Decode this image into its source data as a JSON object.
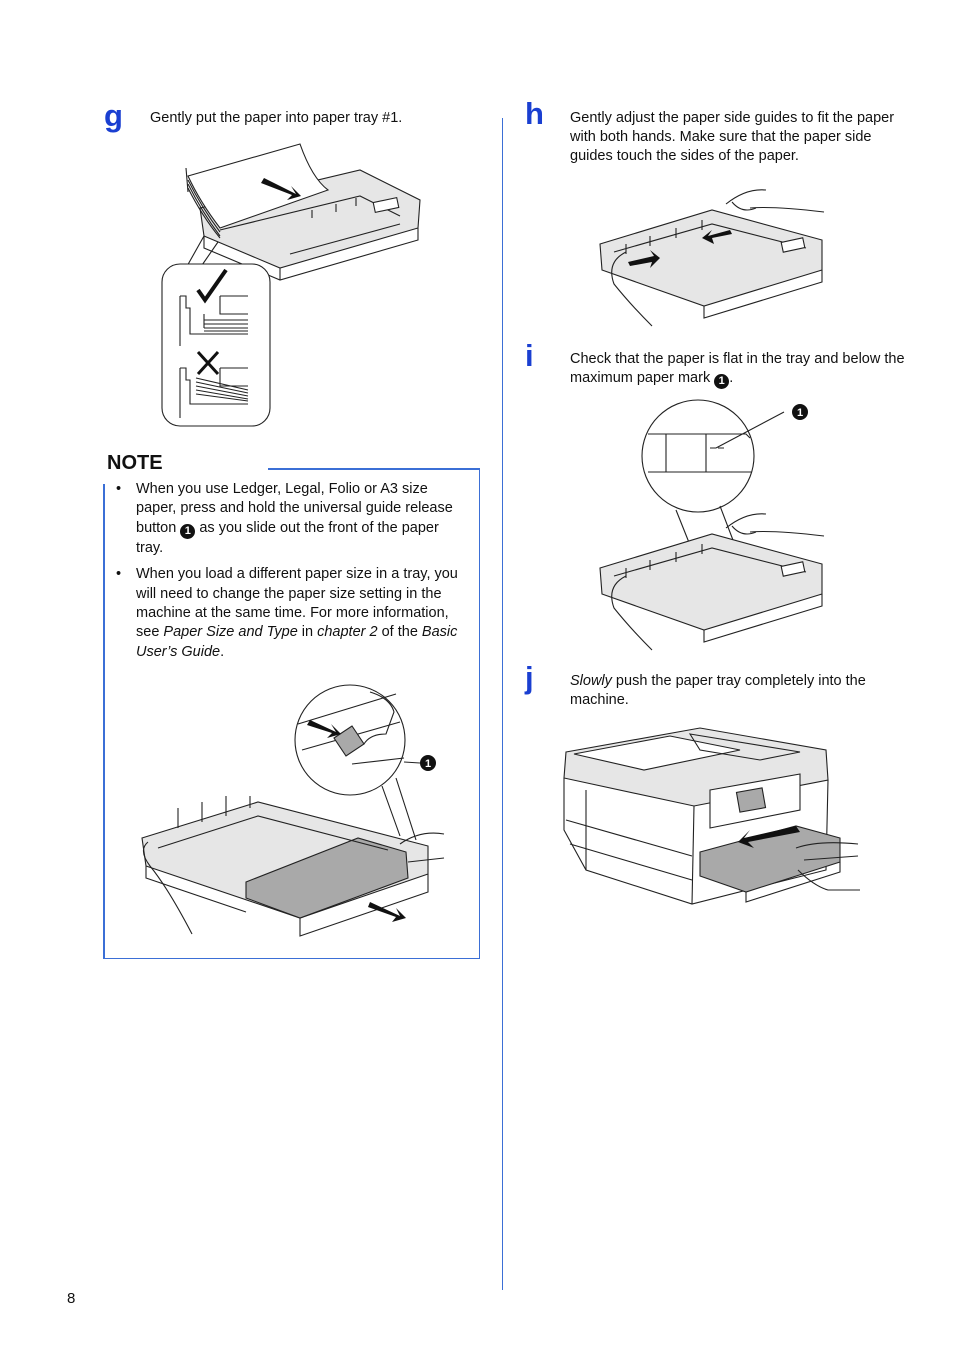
{
  "steps": {
    "g": {
      "letter": "g",
      "text": "Gently put the paper into paper tray #1."
    },
    "h": {
      "letter": "h",
      "text": "Gently adjust the paper side guides to fit the paper with both hands. Make sure that the paper side guides touch the sides of the paper."
    },
    "i": {
      "letter": "i",
      "text_before": "Check that the paper is flat in the tray and below the maximum paper mark ",
      "callout": "1",
      "text_after": "."
    },
    "j": {
      "letter": "j",
      "emph": "Slowly",
      "text": " push the paper tray completely into the machine."
    }
  },
  "note": {
    "title": "NOTE",
    "item1": {
      "before": "When you use Ledger, Legal, Folio or A3 size paper, press and hold the universal guide release button ",
      "callout": "1",
      "after": " as you slide out the front of the paper tray."
    },
    "item2": {
      "t1": "When you load a different paper size in a tray, you will need to change the paper size setting in the machine at the same time. For more information, see ",
      "i1": "Paper Size and Type",
      "t2": " in ",
      "i2": "chapter 2",
      "t3": " of the ",
      "i3": "Basic User’s Guide",
      "t4": "."
    }
  },
  "figure_callouts": {
    "note_fig": "1",
    "i_fig": "1"
  },
  "bullet": "•",
  "page_number": "8",
  "colors": {
    "accent": "#1a3fd1",
    "rule": "#3b6fd6"
  }
}
